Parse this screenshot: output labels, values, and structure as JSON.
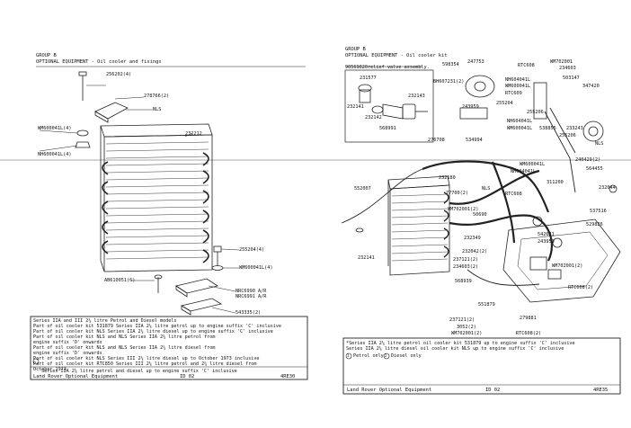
{
  "left": {
    "group": "GROUP B",
    "title": "OPTIONAL EQUIPMENT - Oil cooler and fixings",
    "callouts": [
      "256202(4)",
      "278766(2)",
      "NLS",
      "WM600041L(4)",
      "NH600041L(4)",
      "232212",
      "255204(4)",
      "WM600041L(4)",
      "AB610051(6)",
      "NRC6990 A/R",
      "NRC6991 A/R",
      "543335(2)"
    ],
    "notes": [
      "Series IIA and III 2¼ litre Petrol and Diesel models",
      "Part of oil cooler kit 531879 Series IIA 2¼ litre petrol up to engine suffix 'C' inclusive",
      "Part of oil cooler kit  NLS  Series IIA 2¼ litre diesel up to engine suffix 'C' inclusive",
      "Part of oil cooler kit  NLS         and  NLS         Series IIA 2¼ litre petrol from",
      "engine suffix 'D' onwards",
      "Part of oil cooler kit  NLS         and  NLS         Series IIA 2¼ litre diesel from",
      "engine suffix 'D' onwards",
      "Part of oil cooler kit  NLS  Series III 2¼ litre diesel up to October 1973 inclusive",
      "Part of oil cooler kit RTC850 Series III 2¼ litre petrol and 2¼ litre diesel from",
      "October 1973"
    ],
    "footnote": "Series IIA 2¼ litre petrol and diesel up to engine suffix 'C' inclusive",
    "footnote_marker": "1",
    "footer_left": "Land Rover Optional Equipment",
    "footer_mid": "ID 02",
    "footer_right": "4RE30"
  },
  "right": {
    "group": "GROUP B",
    "title": "OPTIONAL EQUIPMENT - Oil cooler kit",
    "subtitle": "90569020relief valve assembly.",
    "callouts": [
      "598354",
      "247753",
      "RTC608",
      "WM702001",
      "234603",
      "503147",
      "347420",
      "231577",
      "232143",
      "232141",
      "232142",
      "568991",
      "BH607231(2)",
      "NH604041L",
      "WM600041L",
      "RTC609",
      "255204",
      "243959",
      "255206",
      "NH604041L",
      "WM600041L",
      "538855",
      "233243",
      "255206",
      "NLS",
      "534994",
      "276708",
      "WM600041L",
      "NH604041L",
      "240429(2)",
      "564455",
      "232180",
      "552007",
      "311200",
      "232044",
      "77700(2)",
      "NLS",
      "RTC608",
      "WM702001(2)",
      "50690",
      "537516",
      "529826",
      "542631",
      "243959",
      "232349",
      "232042(2)",
      "237121(2)",
      "234603(2)",
      "WM702001(2)",
      "568939",
      "RTC608(2)",
      "551879",
      "279881",
      "237121(2)",
      "3052(2)",
      "WM702001(2)",
      "RTC608(2)",
      "232141"
    ],
    "notes": [
      "*Series IIA 2¼ litre petrol oil cooler kit 531879 up to engine suffix 'C' inclusive",
      "Series IIA 2¼ litre diesel oil cooler kit  NLS  up to engine suffix 'C' inclusive",
      "Petrol only",
      "Diesel only"
    ],
    "marker1": "1",
    "marker2": "2",
    "footer_left": "Land Rover Optional Equipment",
    "footer_mid": "ID 02",
    "footer_right": "4RE35"
  }
}
